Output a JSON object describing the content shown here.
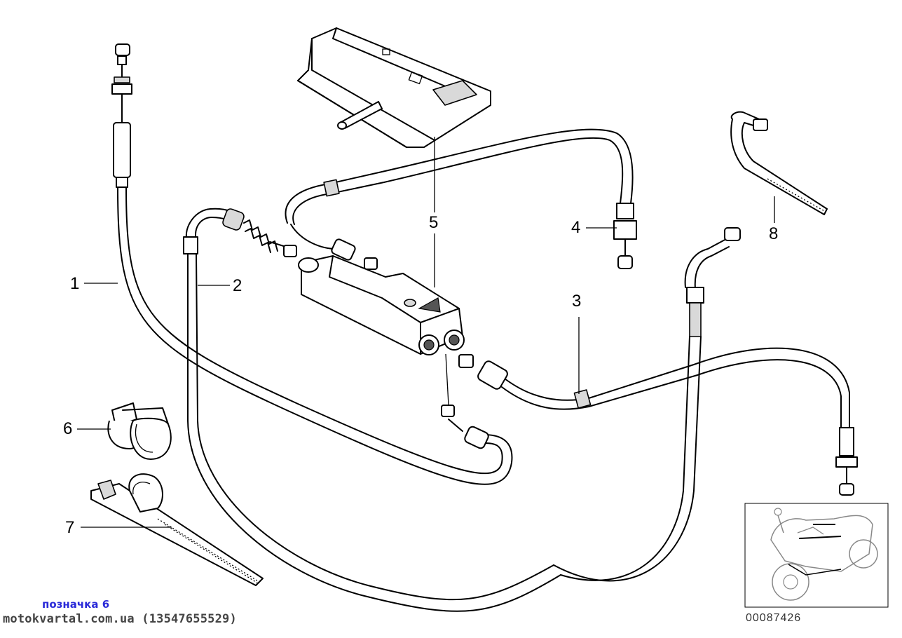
{
  "callouts": {
    "c1": "1",
    "c2": "2",
    "c3": "3",
    "c4": "4",
    "c5": "5",
    "c6": "6",
    "c7": "7",
    "c8": "8"
  },
  "caption": {
    "line1": "позначка 6",
    "line2": "motokvartal.com.ua (13547655529)"
  },
  "reference_code": "00087426"
}
